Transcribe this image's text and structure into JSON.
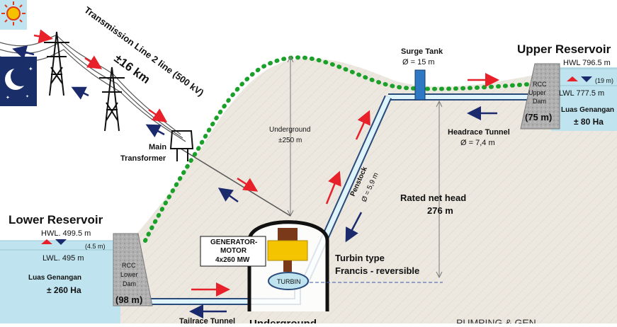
{
  "transmission": {
    "line_title": "Transmission Line 2 line  (500 kV)",
    "line_length": "±16 km",
    "transformer_line1": "Main",
    "transformer_line2": "Transformer"
  },
  "upper_reservoir": {
    "title": "Upper Reservoir",
    "hwl": "HWL 796.5 m",
    "drawdown": "(19 m)",
    "lwl": "LWL 777.5 m",
    "area_label": "Luas Genangan",
    "area_value": "± 80 Ha",
    "dam_line1": "RCC",
    "dam_line2": "Upper",
    "dam_line3": "Dam",
    "dam_height": "(75 m)"
  },
  "lower_reservoir": {
    "title": "Lower Reservoir",
    "hwl": "HWL. 499.5 m",
    "drawdown": "(4.5 m)",
    "lwl": "LWL. 495 m",
    "area_label": "Luas Genangan",
    "area_value": "± 260 Ha",
    "dam_line1": "RCC",
    "dam_line2": "Lower",
    "dam_line3": "Dam",
    "dam_height": "(98 m)"
  },
  "surge_tank": {
    "title": "Surge Tank",
    "diameter": "Ø = 15 m"
  },
  "headrace": {
    "title": "Headrace Tunnel",
    "diameter": "Ø = 7,4 m"
  },
  "penstock": {
    "title": "Penstock",
    "diameter": "Ø = 5,9 m"
  },
  "underground": {
    "label": "Underground",
    "depth": "±250 m",
    "powerhouse_label": "Underground"
  },
  "rated_head": {
    "label": "Rated net head",
    "value": "276 m"
  },
  "generator": {
    "line1": "GENERATOR-",
    "line2": "MOTOR",
    "line3": "4x260 MW",
    "turbine_label": "TURBIN"
  },
  "turbine_type": {
    "line1": "Turbin type",
    "line2": "Francis - reversible"
  },
  "tailrace": {
    "title": "Tailrace Tunnel"
  },
  "footer_partial": "PUMPING & GEN",
  "colors": {
    "flow_red": "#e8202a",
    "flow_navy": "#1a2a6c",
    "water": "#bfe4ef",
    "tunnel_fill": "#dff3fb",
    "tunnel_outline": "#2a4a7a",
    "green_dots": "#1ba02a",
    "rock": "#e8e4dc",
    "dam": "#a8a8a8",
    "generator_yellow": "#f5c400",
    "generator_brown": "#7a3a1a"
  }
}
